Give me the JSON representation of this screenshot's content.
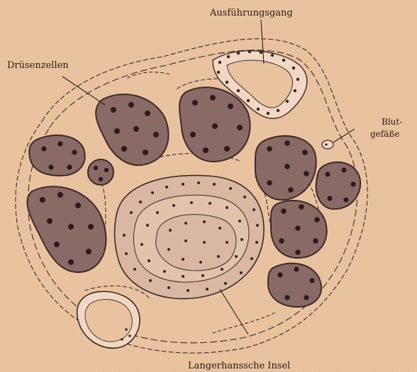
{
  "labels": {
    "duct": "Ausführungsgang",
    "gland_cells": "Drüsenzellen",
    "vessels_line1": "Blut-",
    "vessels_line2": "gefäße",
    "islet": "Langerhanssche Insel"
  },
  "colors": {
    "paper": "#e9c3a0",
    "acinus_fill": "#8a6a66",
    "acinus_edge": "#3d2a27",
    "nucleus": "#2b1c1b",
    "islet_fill": "#d9b7a2",
    "islet_dot": "#3b2520",
    "line": "#3a2a24"
  }
}
